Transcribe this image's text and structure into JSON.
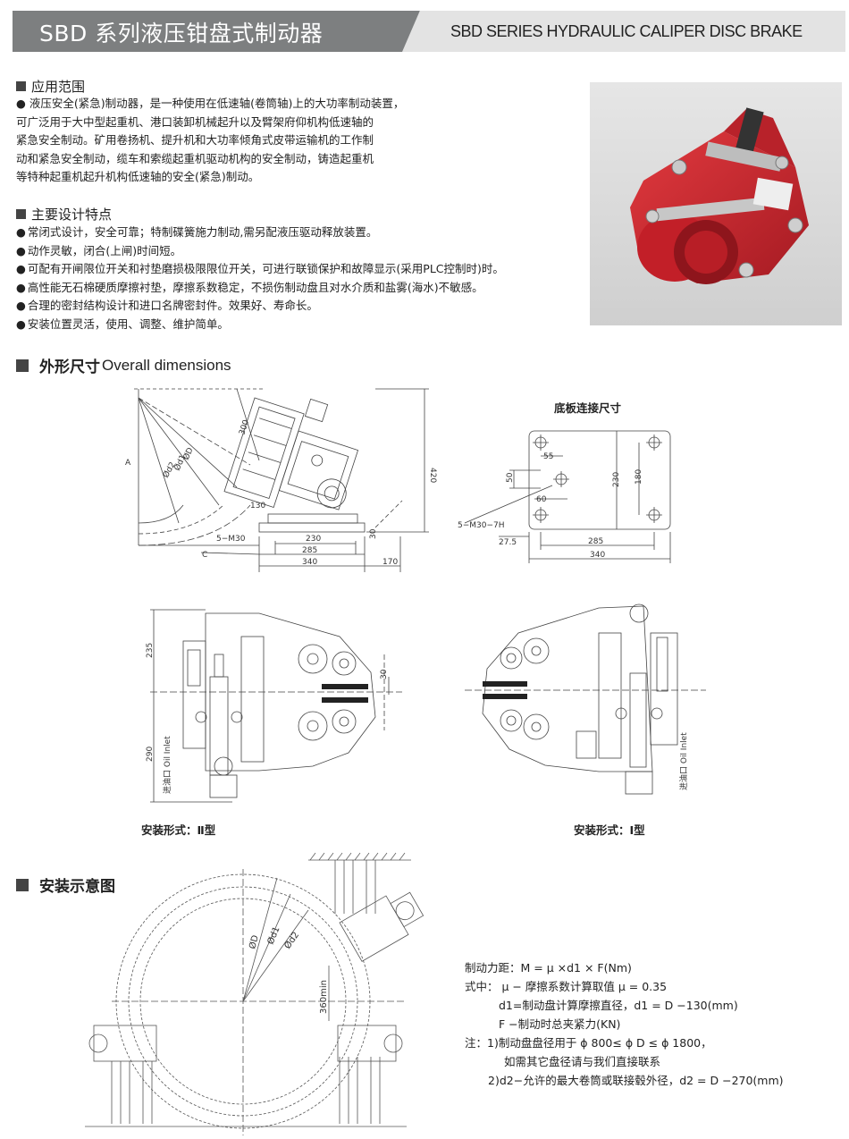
{
  "header": {
    "title_cn": "SBD 系列液压钳盘式制动器",
    "title_en": "SBD SERIES HYDRAULIC CALIPER DISC BRAKE"
  },
  "application": {
    "heading": "应用范围",
    "lines": [
      "● 液压安全(紧急)制动器，是一种使用在低速轴(卷筒轴)上的大功率制动装置，",
      "可广泛用于大中型起重机、港口装卸机械起升以及臂架府仰机构低速轴的",
      "紧急安全制动。矿用卷扬机、提升机和大功率倾角式皮带运输机的工作制",
      "动和紧急安全制动，缆车和索缆起重机驱动机构的安全制动，铸造起重机",
      "等特种起重机起升机构低速轴的安全(紧急)制动。"
    ]
  },
  "features": {
    "heading": "主要设计特点",
    "items": [
      "常闭式设计，安全可靠；特制碟簧施力制动,需另配液压驱动释放装置。",
      "动作灵敏，闭合(上闸)时间短。",
      "可配有开闸限位开关和衬垫磨损极限限位开关，可进行联锁保护和故障显示(采用PLC控制时)时。",
      "高性能无石棉硬质摩擦衬垫，摩擦系数稳定，不损伤制动盘且对水介质和盐雾(海水)不敏感。",
      "合理的密封结构设计和进口名牌密封件。效果好、寿命长。",
      "安装位置灵活，使用、调整、维护简单。"
    ]
  },
  "dimensions": {
    "heading_cn": "外形尺寸",
    "heading_en": "Overall dimensions",
    "side_view": {
      "label_a": "A",
      "label_c": "C",
      "label_d": "ØD",
      "label_d1": "Ød1",
      "label_d2": "Ød2",
      "dim_300": "300",
      "dim_420": "420",
      "dim_130": "130",
      "dim_30": "30",
      "bolt": "5−M30",
      "dim_230": "230",
      "dim_285": "285",
      "dim_340": "340",
      "dim_170": "170"
    },
    "base_plate": {
      "title": "底板连接尺寸",
      "dim_55": "55",
      "dim_50": "50",
      "dim_60": "60",
      "dim_230": "230",
      "dim_180": "180",
      "bolt": "5−M30−7H",
      "dim_27_5": "27.5",
      "dim_285": "285",
      "dim_340": "340"
    },
    "type2": {
      "dim_235": "235",
      "dim_290": "290",
      "dim_30": "30",
      "oil_inlet": "进油口 Oil Inlet",
      "caption": "安装形式：Ⅱ型"
    },
    "type1": {
      "oil_inlet": "进油口 Oil Inlet",
      "caption": "安装形式：Ⅰ型"
    }
  },
  "installation": {
    "heading": "安装示意图",
    "label_d": "ØD",
    "label_d1": "Ød1",
    "label_d2": "Ød2",
    "dim_360": "360min",
    "formula": [
      "制动力距：M = μ ×d1 × F(Nm)",
      "式中：  μ − 摩擦系数计算取值 μ = 0.35",
      "d1=制动盘计算摩擦直径，d1 = D −130(mm)",
      "F −制动时总夹紧力(KN)",
      "注：1)制动盘盘径用于 ϕ 800≤ ϕ D ≤ ϕ 1800，",
      "如需其它盘径请与我们直接联系",
      "2)d2−允许的最大卷筒或联接毂外径，d2 = D −270(mm)"
    ]
  },
  "colors": {
    "header_dark": "#7d7f80",
    "header_light": "#e3e3e3",
    "brake_red": "#c8202a"
  }
}
